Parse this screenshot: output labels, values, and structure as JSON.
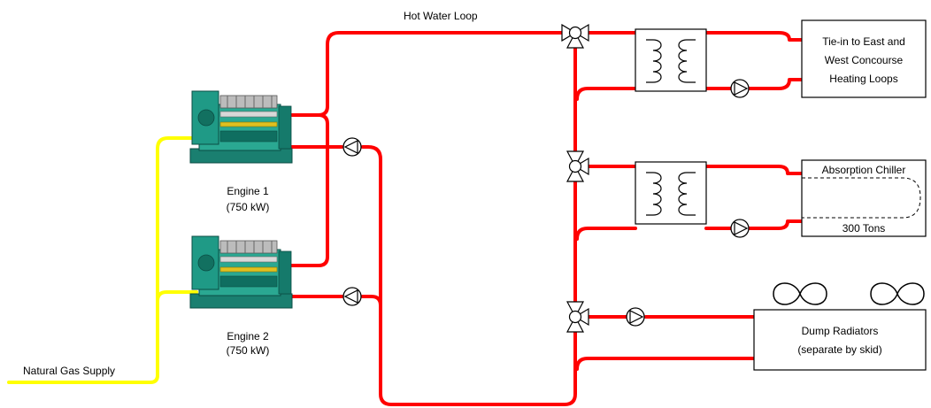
{
  "labels": {
    "hot_water_loop": "Hot Water Loop",
    "natural_gas_supply": "Natural Gas Supply",
    "engine1_name": "Engine 1",
    "engine1_rating": "(750 kW)",
    "engine2_name": "Engine 2",
    "engine2_rating": "(750 kW)",
    "tiein_line1": "Tie-in to East and",
    "tiein_line2": "West Concourse",
    "tiein_line3": "Heating Loops",
    "chiller_name": "Absorption Chiller",
    "chiller_capacity": "300 Tons",
    "dump_line1": "Dump Radiators",
    "dump_line2": "(separate by skid)"
  },
  "colors": {
    "hot_water_pipe": "#ff0000",
    "gas_pipe": "#ffff00",
    "engine_body": "#1f9a86",
    "engine_dark": "#0f6e60"
  }
}
